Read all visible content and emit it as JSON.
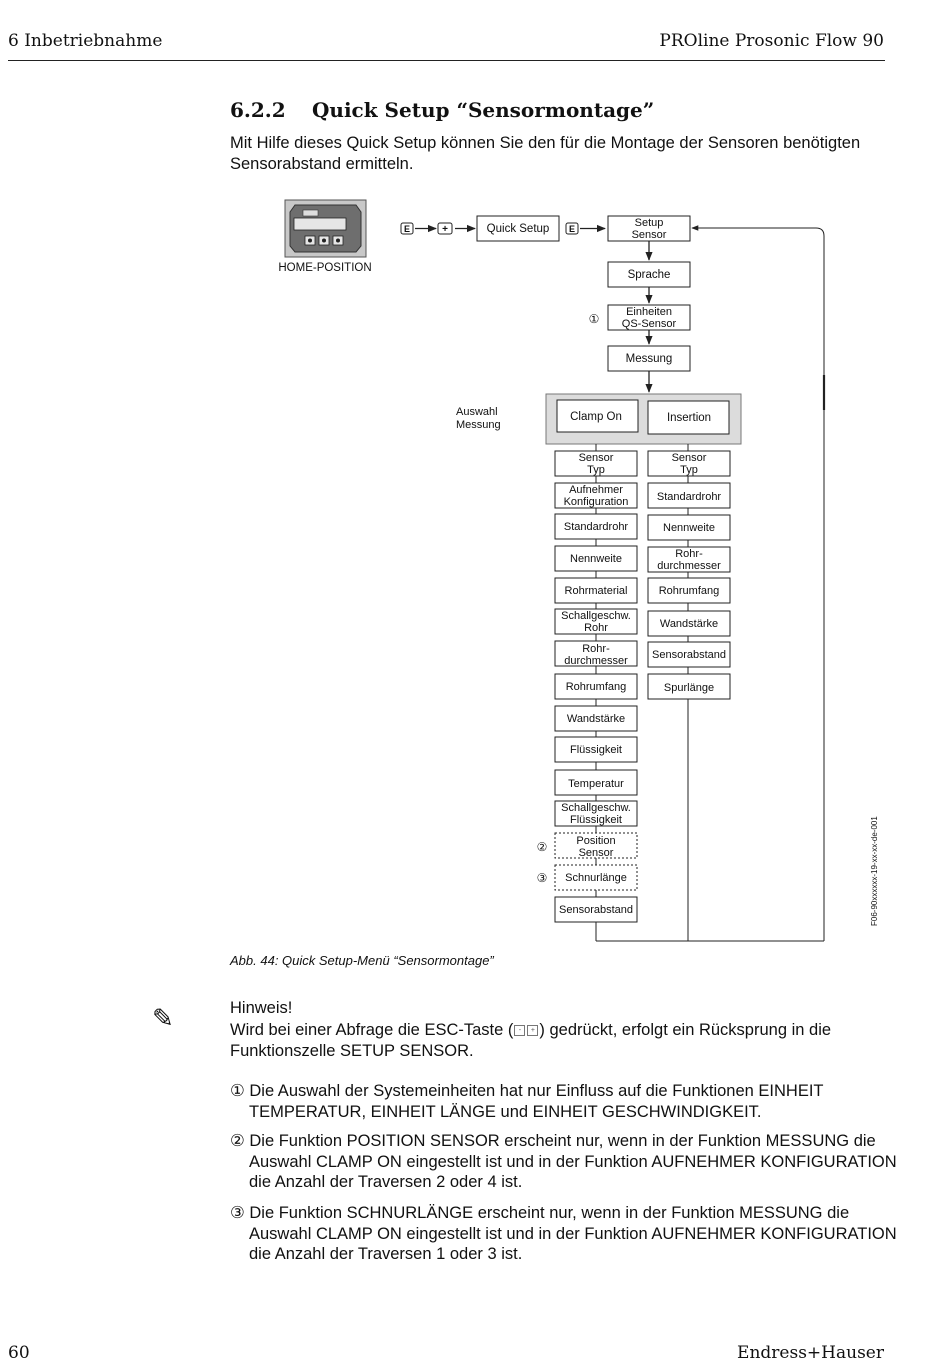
{
  "header": {
    "chapter": "6  Inbetriebnahme",
    "product": "PROline Prosonic Flow 90"
  },
  "section": {
    "number": "6.2.2",
    "title": "Quick Setup “Sensormontage”",
    "intro": "Mit Hilfe dieses Quick Setup können Sie den für die Montage der Sensoren benötigten Sensorabstand ermitteln."
  },
  "diagram": {
    "home_label": "HOME-POSITION",
    "key_e": "E",
    "key_plus": "+",
    "quick_setup": "Quick Setup",
    "setup_sensor": [
      "Setup",
      "Sensor"
    ],
    "sprache": "Sprache",
    "einheiten": [
      "Einheiten",
      "QS-Sensor"
    ],
    "messung": "Messung",
    "auswahl_label": [
      "Auswahl",
      "Messung"
    ],
    "clamp_on": "Clamp On",
    "insertion": "Insertion",
    "marker_1": "①",
    "marker_2": "②",
    "marker_3": "③",
    "left_column": [
      [
        "Sensor",
        "Typ"
      ],
      [
        "Aufnehmer",
        "Konfiguration"
      ],
      [
        "Standardrohr"
      ],
      [
        "Nennweite"
      ],
      [
        "Rohrmaterial"
      ],
      [
        "Schallgeschw.",
        "Rohr"
      ],
      [
        "Rohr-",
        "durchmesser"
      ],
      [
        "Rohrumfang"
      ],
      [
        "Wandstärke"
      ],
      [
        "Flüssigkeit"
      ],
      [
        "Temperatur"
      ],
      [
        "Schallgeschw.",
        "Flüssigkeit"
      ],
      [
        "Position",
        "Sensor"
      ],
      [
        "Schnurlänge"
      ],
      [
        "Sensorabstand"
      ]
    ],
    "right_column": [
      [
        "Sensor",
        "Typ"
      ],
      [
        "Standardrohr"
      ],
      [
        "Nennweite"
      ],
      [
        "Rohr-",
        "durchmesser"
      ],
      [
        "Rohrumfang"
      ],
      [
        "Wandstärke"
      ],
      [
        "Sensorabstand"
      ],
      [
        "Spurlänge"
      ]
    ],
    "figure_id": "F06-90xxxxxx-19-xx-xx-de-001"
  },
  "caption": {
    "text": "Abb. 44:   Quick Setup-Menü “Sensormontage”"
  },
  "note": {
    "icon": "pencil-icon",
    "title": "Hinweis!",
    "text_before": "Wird bei einer Abfrage die ESC-Taste (",
    "text_after": ") gedrückt, erfolgt ein Rücksprung in die Funktionszelle SETUP SENSOR.",
    "esc_minus": "-",
    "esc_plus": "+"
  },
  "footnotes": [
    "① Die Auswahl der Systemeinheiten hat nur Einfluss auf die Funktionen EINHEIT TEMPERATUR, EINHEIT LÄNGE und EINHEIT GESCHWINDIGKEIT.",
    "② Die Funktion POSITION SENSOR erscheint nur, wenn in der Funktion MESSUNG die Auswahl CLAMP ON eingestellt ist und in der Funktion AUFNEHMER KONFIGURA­TION die Anzahl der Traversen 2 oder 4 ist.",
    "③ Die Funktion SCHNURLÄNGE erscheint nur, wenn in der Funktion MESSUNG die Auswahl CLAMP ON eingestellt ist und in der Funktion AUFNEHMER KONFIGURA­TION die Anzahl der Traversen 1 oder 3 ist."
  ],
  "footer": {
    "page": "60",
    "brand": "Endress+Hauser"
  }
}
